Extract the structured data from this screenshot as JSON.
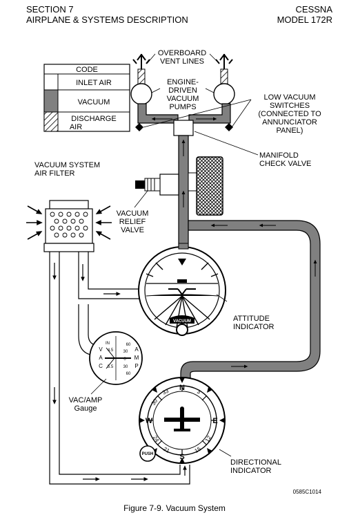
{
  "header": {
    "left_line1": "SECTION 7",
    "left_line2": "AIRPLANE & SYSTEMS DESCRIPTION",
    "right_line1": "CESSNA",
    "right_line2": "MODEL 172R"
  },
  "legend": {
    "title": "CODE",
    "items": [
      "INLET AIR",
      "VACUUM",
      "DISCHARGE",
      "AIR"
    ]
  },
  "labels": {
    "overboard": [
      "OVERBOARD",
      "VENT LINES"
    ],
    "pumps": [
      "ENGINE-",
      "DRIVEN",
      "VACUUM",
      "PUMPS"
    ],
    "low_vac": [
      "LOW VACUUM",
      "SWITCHES",
      "(CONNECTED TO",
      "ANNUNCIATOR",
      "PANEL)"
    ],
    "manifold": [
      "MANIFOLD",
      "CHECK VALVE"
    ],
    "filter": [
      "VACUUM SYSTEM",
      "AIR FILTER"
    ],
    "relief": [
      "VACUUM",
      "RELIEF",
      "VALVE"
    ],
    "attitude": [
      "ATTITUDE",
      "INDICATOR"
    ],
    "vacamp": [
      "VAC/AMP",
      "Gauge"
    ],
    "directional": [
      "DIRECTIONAL",
      "INDICATOR"
    ]
  },
  "instrument_text": {
    "vacuum": "VACUUM",
    "gauge_left": [
      "V",
      "A",
      "C"
    ],
    "gauge_right": [
      "A",
      "M",
      "P"
    ],
    "gauge_in": "IN",
    "gauge_left_ticks": [
      "4.5",
      "5.5"
    ],
    "gauge_right_ticks": [
      "60",
      "30",
      "0",
      "30",
      "60"
    ],
    "compass_n": "N",
    "compass_s": "S",
    "compass_e": "E",
    "compass_w": "W",
    "compass_33": "33",
    "compass_30": "30",
    "compass_3": "3",
    "compass_12": "12",
    "compass_15": "15",
    "compass_21": "21",
    "compass_24": "24",
    "push": "PUSH"
  },
  "part_number": "0585C1014",
  "caption": "Figure 7-9. Vacuum System",
  "colors": {
    "vacuum": "#808080",
    "line": "#000000",
    "inlet": "#ffffff"
  }
}
